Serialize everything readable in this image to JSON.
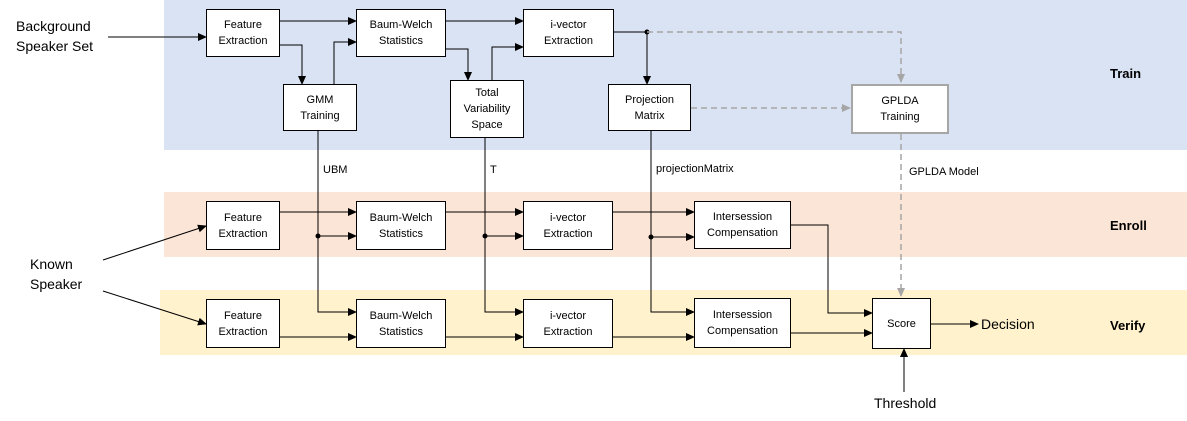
{
  "colors": {
    "train": "#dae3f3",
    "enroll": "#fbe5d6",
    "verify": "#fff2cc",
    "grey_arrow": "#a6a6a6"
  },
  "inputs": {
    "background": "Background\nSpeaker Set",
    "known": "Known\nSpeaker",
    "threshold": "Threshold",
    "decision": "Decision"
  },
  "stages": {
    "train": "Train",
    "enroll": "Enroll",
    "verify": "Verify"
  },
  "train": {
    "feature": "Feature\nExtraction",
    "bw": "Baum-Welch\nStatistics",
    "ivec": "i-vector\nExtraction",
    "gmm": "GMM\nTraining",
    "tvs": "Total\nVariability\nSpace",
    "proj": "Projection\nMatrix",
    "gplda": "GPLDA\nTraining"
  },
  "enroll": {
    "feature": "Feature\nExtraction",
    "bw": "Baum-Welch\nStatistics",
    "ivec": "i-vector\nExtraction",
    "isc": "Intersession\nCompensation"
  },
  "verify": {
    "feature": "Feature\nExtraction",
    "bw": "Baum-Welch\nStatistics",
    "ivec": "i-vector\nExtraction",
    "isc": "Intersession\nCompensation",
    "score": "Score"
  },
  "labels": {
    "ubm": "UBM",
    "t": "T",
    "projection": "projectionMatrix",
    "gplda_model": "GPLDA Model"
  }
}
